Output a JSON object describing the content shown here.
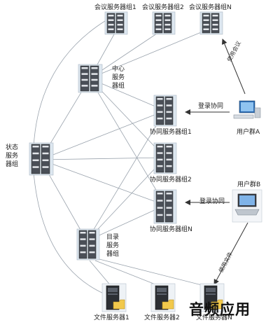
{
  "title": "",
  "conference": {
    "groups": [
      "会议服务器组1",
      "会议服务器组2",
      "会议服务器组N"
    ]
  },
  "central": {
    "label": "中心服务器组"
  },
  "state": {
    "label": "状态服务器组"
  },
  "directory": {
    "label": "目录服务器组"
  },
  "collaboration": {
    "groups": [
      "协同服务器组1",
      "协同服务器组2",
      "协同服务器组N"
    ]
  },
  "users": {
    "a": "用户群A",
    "b": "用户群B"
  },
  "files": {
    "servers": [
      "文件服务器1",
      "文件服务器2",
      "文件服务器N"
    ]
  },
  "edges": {
    "login_a": "登录协同",
    "login_b": "登录协同",
    "use_conference": "使用会议",
    "use_files": "使用文件"
  },
  "watermark": "音频应用",
  "colors": {
    "line": "#9aa3ad",
    "arrow": "#333333",
    "server_dark": "#4a4f57",
    "server_light": "#e3e6ea"
  }
}
